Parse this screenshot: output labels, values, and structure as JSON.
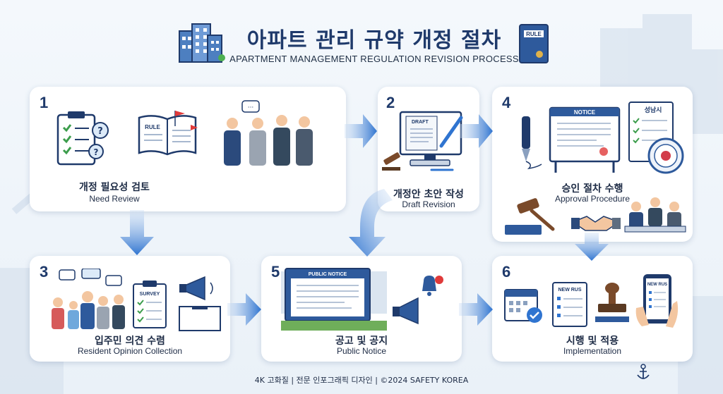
{
  "header": {
    "title_ko": "아파트 관리 규약 개정 절차",
    "title_en": "APARTMENT MANAGEMENT REGULATION REVISION PROCESS",
    "book_label": "RULE"
  },
  "steps": [
    {
      "number": "1",
      "label_ko": "개정 필요성 검토",
      "label_en": "Need Review",
      "book_label": "RULE"
    },
    {
      "number": "2",
      "label_ko": "개정안 초안 작성",
      "label_en": "Draft Revision",
      "screen_label": "DRAFT"
    },
    {
      "number": "3",
      "label_ko": "입주민 의견 수렴",
      "label_en": "Resident Opinion Collection",
      "doc_label": "SURVEY"
    },
    {
      "number": "4",
      "label_ko": "승인 절차 수행",
      "label_en": "Approval Procedure",
      "board_label": "NOTICE",
      "seal_label": "성남시"
    },
    {
      "number": "5",
      "label_ko": "공고 및 공지",
      "label_en": "Public Notice",
      "board_label": "PUBLIC NOTICE"
    },
    {
      "number": "6",
      "label_ko": "시행 및 적용",
      "label_en": "Implementation",
      "doc_label": "NEW RUS",
      "phone_label": "NEW RUS"
    }
  ],
  "footer": "4K 고화질 | 전문 인포그래픽 디자인 | ©2024 SAFETY KOREA",
  "colors": {
    "navy": "#1f3a6b",
    "accent_blue": "#2f74d0",
    "card_bg": "#ffffff"
  }
}
